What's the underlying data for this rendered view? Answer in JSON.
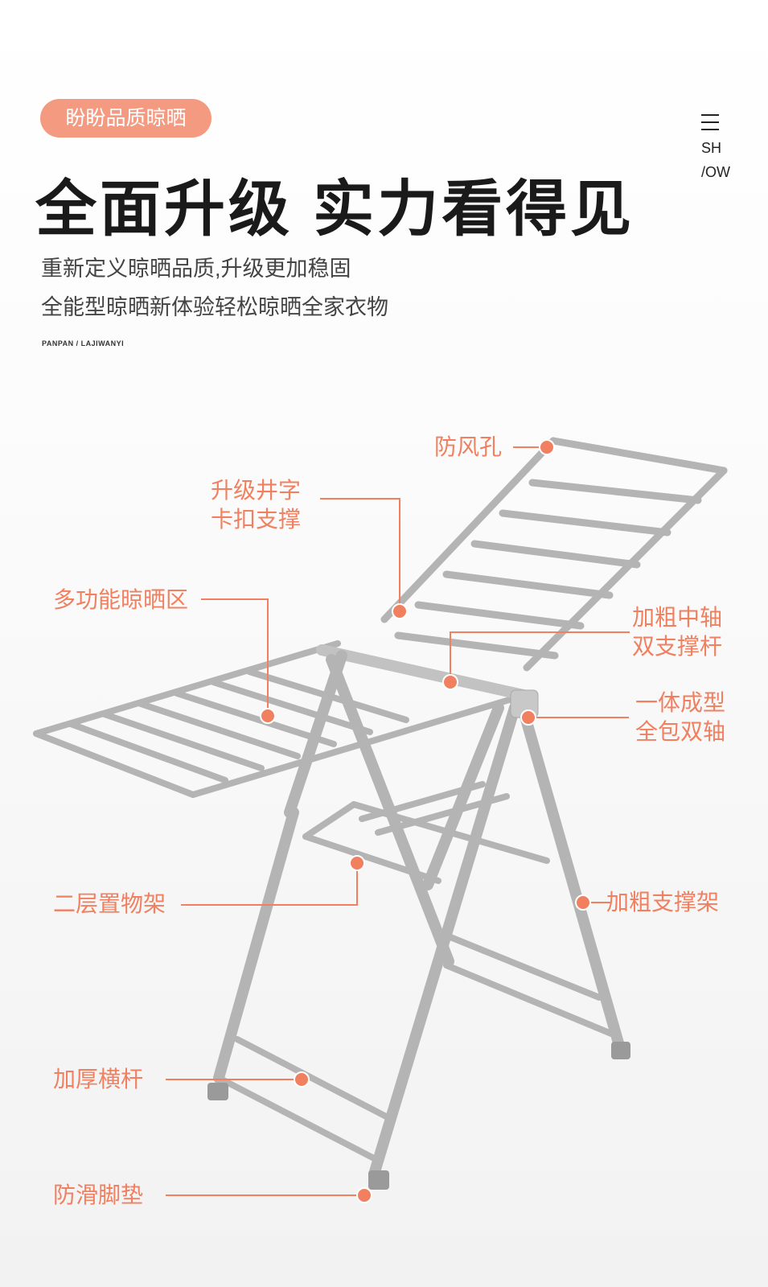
{
  "badge": "盼盼品质晾晒",
  "headline": "全面升级 实力看得见",
  "subtitle_lines": [
    "重新定义晾晒品质,升级更加稳固",
    "全能型晾晒新体验轻松晾晒全家衣物"
  ],
  "brand": "PANPAN / LAJIWANYI",
  "show_label": {
    "line1": "SH",
    "line2": "/OW",
    "icon": "menu-icon"
  },
  "accent_color": "#f08060",
  "callouts": {
    "windproof_hole": "防风孔",
    "upgrade_brace_1": "升级井字",
    "upgrade_brace_2": "卡扣支撑",
    "multi_zone": "多功能晾晒区",
    "thick_axis_1": "加粗中轴",
    "thick_axis_2": "双支撑杆",
    "integrated_1": "一体成型",
    "integrated_2": "全包双轴",
    "second_shelf": "二层置物架",
    "thick_support": "加粗支撑架",
    "thick_crossbar": "加厚横杆",
    "antislip_pad": "防滑脚垫"
  }
}
